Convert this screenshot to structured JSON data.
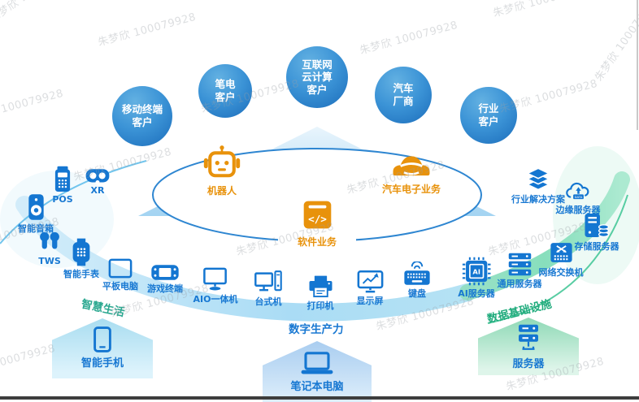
{
  "watermark": {
    "text": "朱梦欣 100079928"
  },
  "colors": {
    "blue": "#1476d1",
    "label_blue": "#1878d2",
    "orange": "#E8920B",
    "green": "#1fab7c",
    "teal": "#2ba890"
  },
  "customer_circles": [
    {
      "lines": [
        "移动终端",
        "客户"
      ]
    },
    {
      "lines": [
        "笔电",
        "客户"
      ]
    },
    {
      "lines": [
        "互联网",
        "云计算",
        "客户"
      ]
    },
    {
      "lines": [
        "汽车",
        "厂商"
      ]
    },
    {
      "lines": [
        "行业",
        "客户"
      ]
    }
  ],
  "core_business": {
    "robot": {
      "label": "机器人"
    },
    "automotive": {
      "label": "汽车电子业务"
    },
    "software": {
      "label": "软件业务",
      "icon_text": "</>"
    }
  },
  "devices": [
    {
      "label": "POS"
    },
    {
      "label": "XR"
    },
    {
      "label": "智能音箱"
    },
    {
      "label": "TWS"
    },
    {
      "label": "智能手表"
    },
    {
      "label": "平板电脑"
    },
    {
      "label": "游戏终端"
    },
    {
      "label": "AIO一体机"
    },
    {
      "label": "台式机"
    },
    {
      "label": "打印机"
    },
    {
      "label": "显示屏"
    },
    {
      "label": "键盘"
    },
    {
      "label": "AI服务器",
      "icon_text": "AI"
    },
    {
      "label": "通用服务器"
    },
    {
      "label": "网络交换机"
    },
    {
      "label": "存储服务器"
    },
    {
      "label": "边缘服务器",
      "icon_text": "DATA"
    },
    {
      "label": "行业解决方案"
    }
  ],
  "sections": {
    "smart_life": "智慧生活",
    "digital_productivity": "数字生产力",
    "data_infrastructure": "数据基础设施"
  },
  "bottom_blocks": [
    {
      "label": "智能手机"
    },
    {
      "label": "笔记本电脑"
    },
    {
      "label": "服务器"
    }
  ]
}
